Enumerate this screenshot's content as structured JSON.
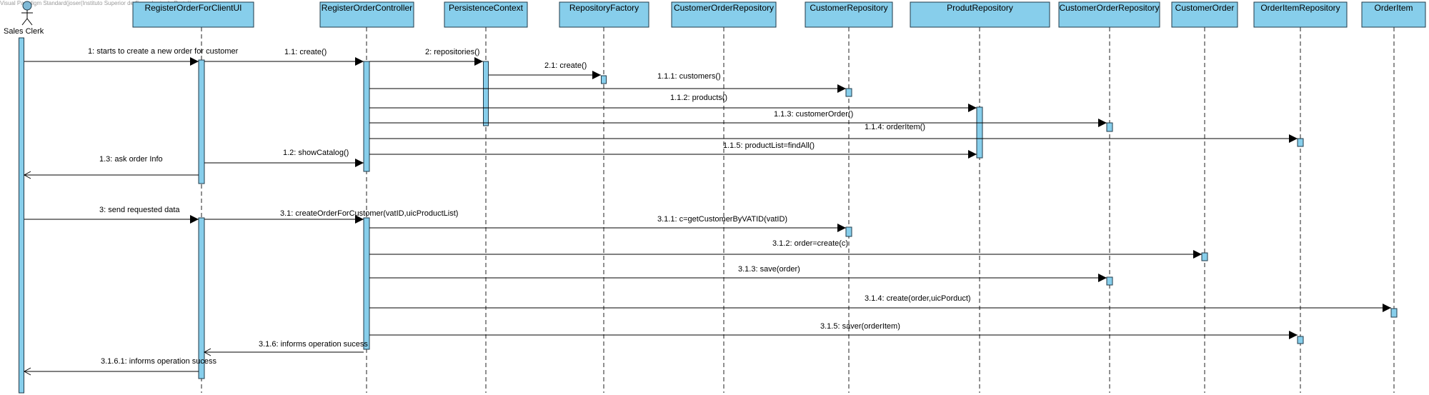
{
  "watermark": "Visual Paradigm Standard(joser(Instituto Superior de Engenharia do Porto))",
  "actor": {
    "name": "Sales Clerk"
  },
  "colors": {
    "box_fill": "#87ceeb",
    "box_stroke": "#1f3a4a",
    "lifeline": "#222222",
    "message": "#000000",
    "activation_fill": "#87ceeb"
  },
  "participants": [
    "RegisterOrderForClientUI",
    "RegisterOrderController",
    "PersistenceContext",
    "RepositoryFactory",
    "CustomerOrderRepository",
    "CustomerRepository",
    "ProdutRepository",
    "CustomerOrderRepository",
    "CustomerOrder",
    "OrderItemRepository",
    "OrderItem"
  ],
  "messages": [
    {
      "label": "1: starts to create a new order for customer",
      "from": 0,
      "to": 1
    },
    {
      "label": "1.1: create()",
      "from": 1,
      "to": 2
    },
    {
      "label": "2: repositories()",
      "from": 2,
      "to": 3
    },
    {
      "label": "2.1: create()",
      "from": 3,
      "to": 4
    },
    {
      "label": "1.1.1: customers()",
      "from": 2,
      "to": 6
    },
    {
      "label": "1.1.2: products()",
      "from": 2,
      "to": 7
    },
    {
      "label": "1.1.3: customerOrder()",
      "from": 2,
      "to": 8
    },
    {
      "label": "1.1.4: orderItem()",
      "from": 2,
      "to": 10
    },
    {
      "label": "1.1.5: productList=findAll()",
      "from": 2,
      "to": 7
    },
    {
      "label": "1.2: showCatalog()",
      "from": 1,
      "to": 2
    },
    {
      "label": "1.3: ask order Info",
      "from": 1,
      "to": 0,
      "reply": true
    },
    {
      "label": "3: send requested data",
      "from": 0,
      "to": 1
    },
    {
      "label": "3.1: createOrderForCustomer(vatID,uicProductList)",
      "from": 1,
      "to": 2
    },
    {
      "label": "3.1.1: c=getCustomerByVATID(vatID)",
      "from": 2,
      "to": 6
    },
    {
      "label": "3.1.2: order=create(c)",
      "from": 2,
      "to": 9
    },
    {
      "label": "3.1.3: save(order)",
      "from": 2,
      "to": 8
    },
    {
      "label": "3.1.4: create(order,uicPorduct)",
      "from": 2,
      "to": 11
    },
    {
      "label": "3.1.5: saver(orderItem)",
      "from": 2,
      "to": 10
    },
    {
      "label": "3.1.6: informs operation sucess",
      "from": 2,
      "to": 1,
      "reply": true
    },
    {
      "label": "3.1.6.1: informs operation sucess",
      "from": 1,
      "to": 0,
      "reply": true
    }
  ]
}
